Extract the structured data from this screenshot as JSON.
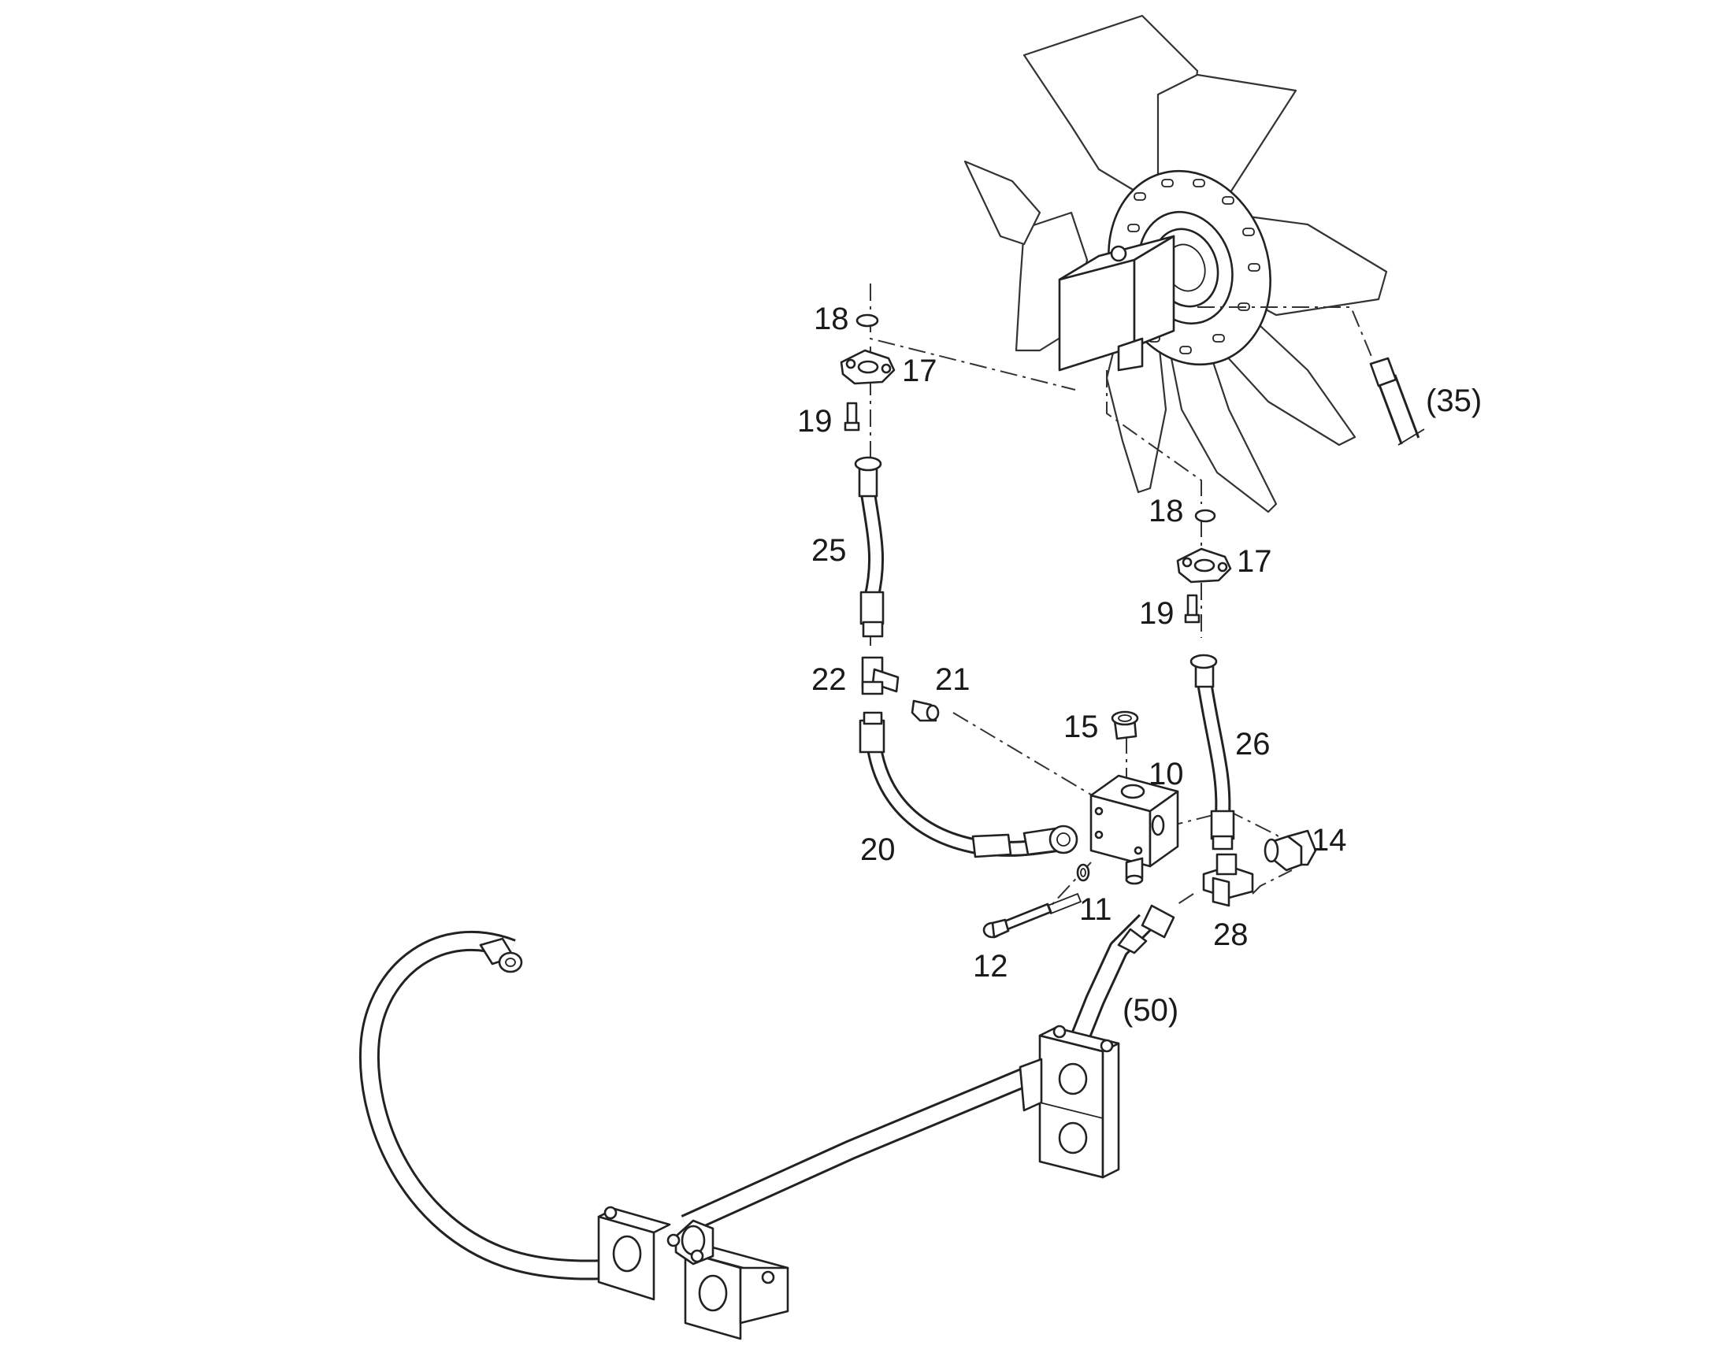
{
  "labels": {
    "l18a": "18",
    "l17a": "17",
    "l19a": "19",
    "l35": "(35)",
    "l25": "25",
    "l18b": "18",
    "l17b": "17",
    "l19b": "19",
    "l22": "22",
    "l21": "21",
    "l15": "15",
    "l10": "10",
    "l26": "26",
    "l20": "20",
    "l14": "14",
    "l11": "11",
    "l28": "28",
    "l12": "12",
    "l50": "(50)"
  }
}
